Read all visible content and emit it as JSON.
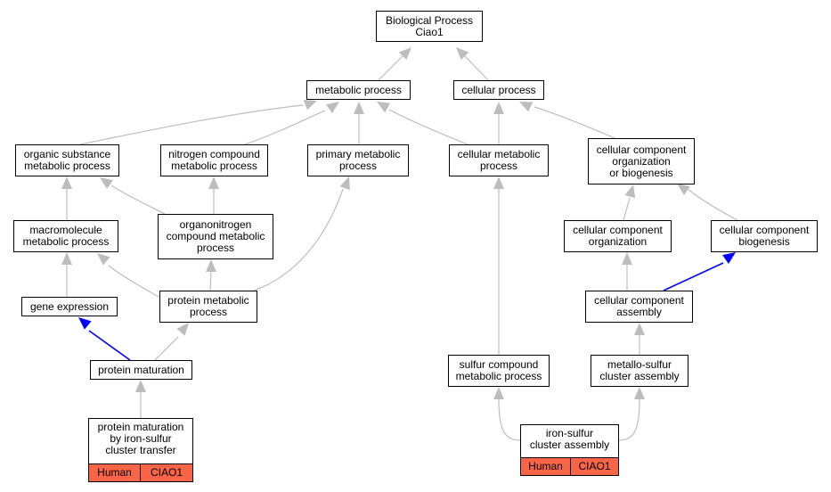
{
  "colors": {
    "edge_is_a": "#bdbdbd",
    "edge_part_of": "#0000ff",
    "annotation_tag": "#fa6547"
  },
  "nodes": {
    "root": [
      "Biological Process",
      "Ciao1"
    ],
    "metabolic_process": [
      "metabolic process"
    ],
    "cellular_process": [
      "cellular process"
    ],
    "organic_substance_metabolic_process": [
      "organic substance",
      "metabolic process"
    ],
    "nitrogen_compound_metabolic_process": [
      "nitrogen compound",
      "metabolic process"
    ],
    "primary_metabolic_process": [
      "primary metabolic",
      "process"
    ],
    "cellular_metabolic_process": [
      "cellular metabolic",
      "process"
    ],
    "cellular_component_org_or_biogenesis": [
      "cellular component",
      "organization",
      "or biogenesis"
    ],
    "macromolecule_metabolic_process": [
      "macromolecule",
      "metabolic process"
    ],
    "organonitrogen_compound_metabolic_process": [
      "organonitrogen",
      "compound metabolic",
      "process"
    ],
    "cellular_component_organization": [
      "cellular component",
      "organization"
    ],
    "cellular_component_biogenesis": [
      "cellular component",
      "biogenesis"
    ],
    "gene_expression": [
      "gene expression"
    ],
    "protein_metabolic_process": [
      "protein metabolic",
      "process"
    ],
    "cellular_component_assembly": [
      "cellular component",
      "assembly"
    ],
    "protein_maturation": [
      "protein maturation"
    ],
    "sulfur_compound_metabolic_process": [
      "sulfur compound",
      "metabolic process"
    ],
    "metallo_sulfur_cluster_assembly": [
      "metallo-sulfur",
      "cluster assembly"
    ],
    "protein_maturation_by_fe_s_transfer": {
      "label": [
        "protein maturation",
        "by iron-sulfur",
        "cluster transfer"
      ],
      "species": "Human",
      "gene": "CIAO1"
    },
    "iron_sulfur_cluster_assembly": {
      "label": [
        "iron-sulfur",
        "cluster assembly"
      ],
      "species": "Human",
      "gene": "CIAO1"
    }
  }
}
